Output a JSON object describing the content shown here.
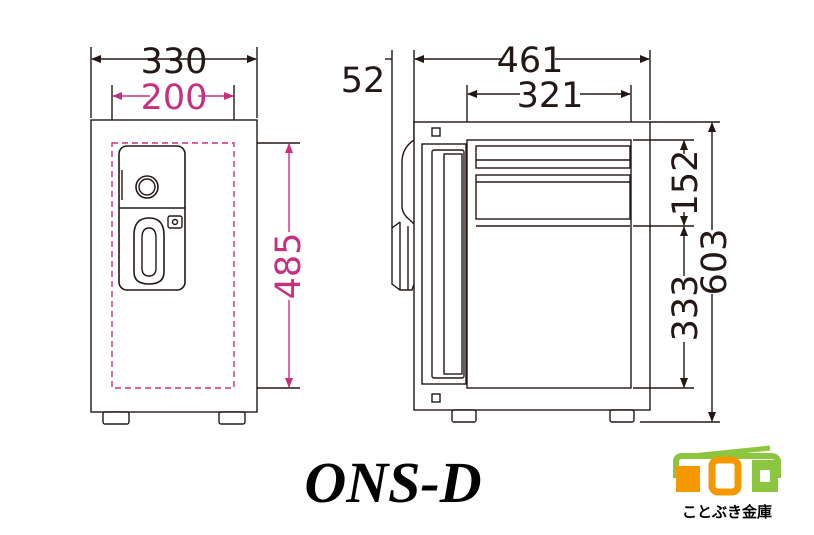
{
  "front_view": {
    "outer_width": "330",
    "inner_width": "200",
    "inner_height": "485"
  },
  "side_view": {
    "handle_offset": "52",
    "outer_depth": "461",
    "inner_depth": "321",
    "drawer_height": "152",
    "inner_lower_height": "333",
    "outer_height": "603"
  },
  "model_name": "ONS-D",
  "brand": {
    "name": "ことぶき金庫",
    "icon": "kotobuki-logo-icon",
    "colors": {
      "green": "#8cc63f",
      "orange": "#f39800"
    }
  },
  "colors": {
    "line": "#231815",
    "dim_pink": "#c8307f"
  }
}
